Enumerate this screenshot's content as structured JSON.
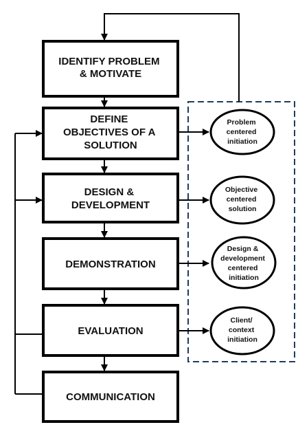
{
  "steps": [
    {
      "id": "identify",
      "lines": [
        "IDENTIFY PROBLEM",
        "& MOTIVATE"
      ]
    },
    {
      "id": "define",
      "lines": [
        "DEFINE",
        "OBJECTIVES OF A",
        "SOLUTION"
      ]
    },
    {
      "id": "design",
      "lines": [
        "DESIGN &",
        "DEVELOPMENT"
      ]
    },
    {
      "id": "demonstration",
      "lines": [
        "DEMONSTRATION"
      ]
    },
    {
      "id": "evaluation",
      "lines": [
        "EVALUATION"
      ]
    },
    {
      "id": "communication",
      "lines": [
        "COMMUNICATION"
      ]
    }
  ],
  "entry_points": [
    {
      "id": "problem-centered",
      "lines": [
        "Problem",
        "centered",
        "initiation"
      ]
    },
    {
      "id": "objective-centered",
      "lines": [
        "Objective",
        "centered",
        "solution"
      ]
    },
    {
      "id": "design-development-centered",
      "lines": [
        "Design &",
        "development",
        "centered",
        "initiation"
      ]
    },
    {
      "id": "client-context",
      "lines": [
        "Client/",
        "context",
        "initiation"
      ]
    }
  ],
  "colors": {
    "box_border": "#000000",
    "arrow": "#000000",
    "dashed_border": "#1f3a5f",
    "text": "#111111"
  }
}
